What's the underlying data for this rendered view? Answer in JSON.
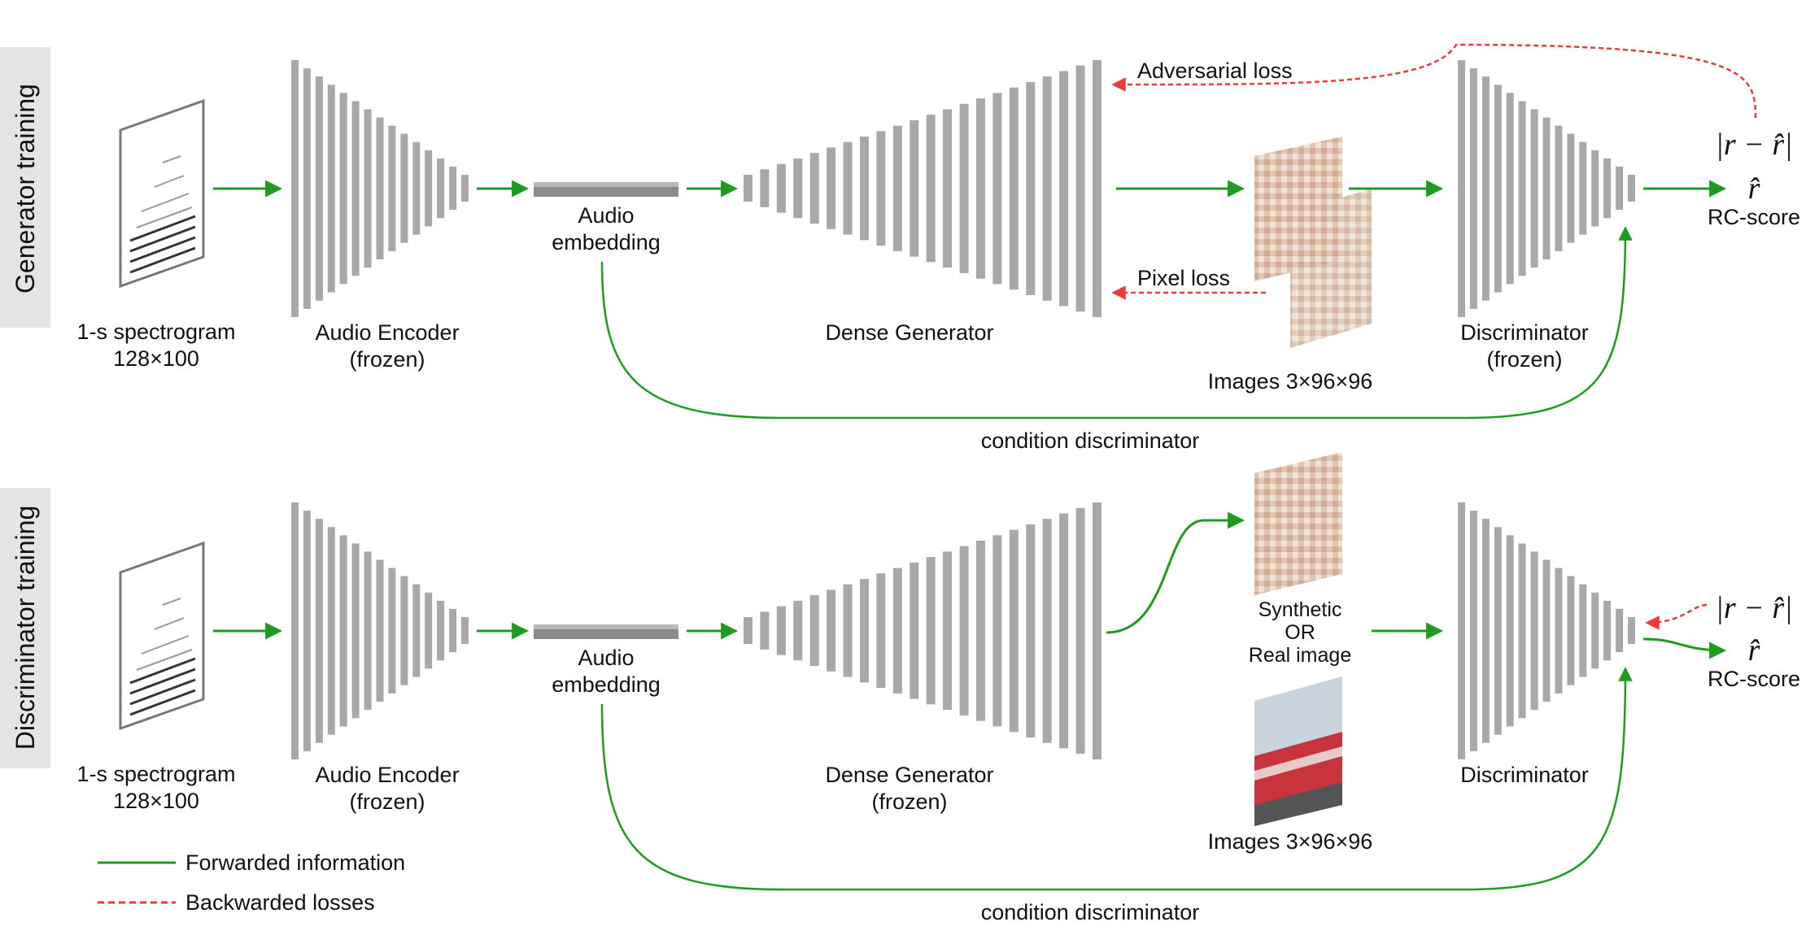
{
  "colors": {
    "forward": "#1f9b1f",
    "backward": "#ee3a3a",
    "block": "#a8a8a8",
    "embed": "#888888",
    "panel": "#e4e4e4"
  },
  "rows": [
    {
      "side_label": "Generator training",
      "spectrogram": {
        "title": "1-s spectrogram",
        "dims": "128×100"
      },
      "encoder": {
        "title": "Audio Encoder",
        "sub": "(frozen)"
      },
      "embedding": {
        "line1": "Audio",
        "line2": "embedding"
      },
      "generator": {
        "title": "Dense Generator",
        "sub": ""
      },
      "losses": {
        "adversarial": "Adversarial loss",
        "pixel": "Pixel loss"
      },
      "images_label": "Images 3×96×96",
      "discriminator": {
        "title": "Discriminator",
        "sub": "(frozen)"
      },
      "score": {
        "abs": "|r − r̂|",
        "rhat": "r̂",
        "name": "RC-score"
      },
      "condition": "condition discriminator"
    },
    {
      "side_label": "Discriminator training",
      "spectrogram": {
        "title": "1-s spectrogram",
        "dims": "128×100"
      },
      "encoder": {
        "title": "Audio Encoder",
        "sub": "(frozen)"
      },
      "embedding": {
        "line1": "Audio",
        "line2": "embedding"
      },
      "generator": {
        "title": "Dense Generator",
        "sub": "(frozen)"
      },
      "choice": {
        "line1": "Synthetic",
        "line2": "OR",
        "line3": "Real image"
      },
      "images_label": "Images 3×96×96",
      "discriminator": {
        "title": "Discriminator",
        "sub": ""
      },
      "score": {
        "abs": "|r − r̂|",
        "rhat": "r̂",
        "name": "RC-score"
      },
      "condition": "condition discriminator"
    }
  ],
  "legend": [
    {
      "style": "solid",
      "label": "Forwarded information"
    },
    {
      "style": "dashed",
      "label": "Backwarded losses"
    }
  ]
}
